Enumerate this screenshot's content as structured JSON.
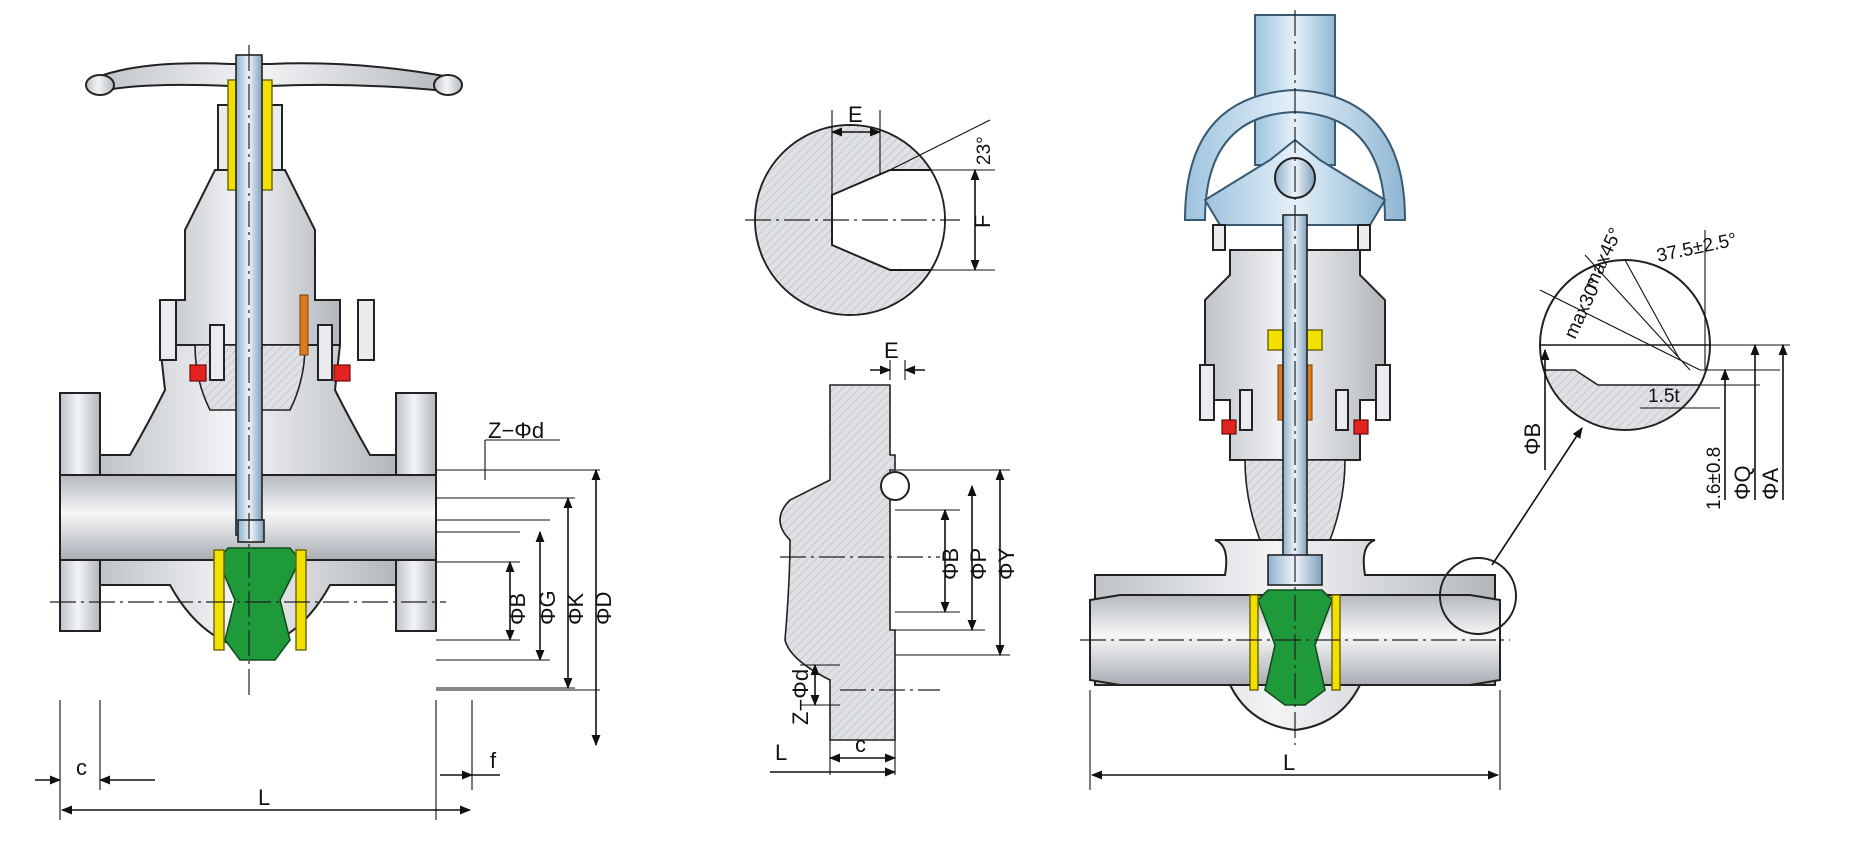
{
  "diagram": {
    "left_valve": {
      "labels": {
        "flange_bolts": "Z−Φd",
        "phi_b": "ΦB",
        "phi_g": "ΦG",
        "phi_k": "ΦK",
        "phi_d": "ΦD",
        "c": "c",
        "f": "f",
        "l": "L"
      }
    },
    "weld_end_detail": {
      "labels": {
        "e": "E",
        "angle": "23°",
        "f": "F"
      }
    },
    "flange_detail": {
      "labels": {
        "e": "E",
        "phi_b": "ΦB",
        "phi_p": "ΦP",
        "phi_y": "ΦY",
        "z_phi_d": "Z−Φd",
        "l": "L",
        "c": "c"
      }
    },
    "right_valve": {
      "labels": {
        "l": "L",
        "max45": "max45°",
        "max30": "max30°",
        "bevel": "37.5±2.5°",
        "t": "1.5t",
        "phi_b": "ΦB",
        "tol": "1.6±0.8",
        "phi_q": "ΦQ",
        "phi_a": "ΦA"
      }
    }
  }
}
